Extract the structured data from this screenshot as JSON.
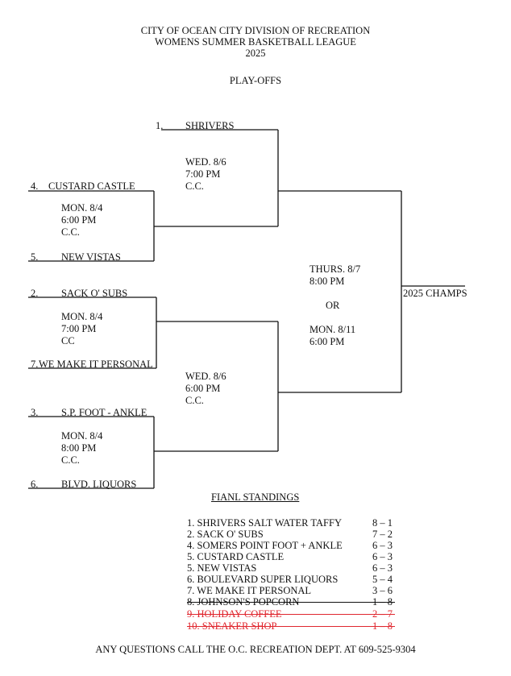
{
  "header": {
    "line1": "CITY OF OCEAN CITY DIVISION OF RECREATION",
    "line2": "WOMENS SUMMER BASKETBALL LEAGUE",
    "line3": "2025",
    "subtitle": "PLAY-OFFS"
  },
  "teams": {
    "t1": {
      "seed": "1.",
      "name": "SHRIVERS"
    },
    "t4": {
      "seed": "4.",
      "name": "CUSTARD CASTLE"
    },
    "t5": {
      "seed": "5.",
      "name": "NEW VISTAS"
    },
    "t2": {
      "seed": "2.",
      "name": "SACK O' SUBS"
    },
    "t7": {
      "seed": "7.",
      "name": "WE MAKE IT PERSONAL"
    },
    "t3": {
      "seed": "3.",
      "name": "S.P. FOOT - ANKLE"
    },
    "t6": {
      "seed": "6.",
      "name": "BLVD. LIQUORS"
    }
  },
  "games": {
    "g45": {
      "day": "MON. 8/4",
      "time": "6:00 PM",
      "place": "C.C."
    },
    "g27": {
      "day": "MON. 8/4",
      "time": "7:00 PM",
      "place": "CC"
    },
    "g36": {
      "day": "MON. 8/4",
      "time": "8:00 PM",
      "place": "C.C."
    },
    "semi_top": {
      "day": "WED. 8/6",
      "time": "7:00 PM",
      "place": "C.C."
    },
    "semi_bottom": {
      "day": "WED. 8/6",
      "time": "6:00 PM",
      "place": "C.C."
    },
    "final": {
      "day": "THURS. 8/7",
      "time": "8:00 PM",
      "or": "OR",
      "alt_day": "MON. 8/11",
      "alt_time": "6:00 PM"
    }
  },
  "champ_label": "2025 CHAMPS",
  "standings": {
    "title": "FIANL STANDINGS",
    "rows": [
      {
        "name": "1.  SHRIVERS SALT WATER TAFFY",
        "record": "8 – 1"
      },
      {
        "name": "2.  SACK O' SUBS",
        "record": "7 – 2"
      },
      {
        "name": "4.  SOMERS POINT FOOT + ANKLE",
        "record": "6 – 3"
      },
      {
        "name": "5.  CUSTARD CASTLE",
        "record": "6 – 3"
      },
      {
        "name": "5.  NEW VISTAS",
        "record": "6 – 3"
      },
      {
        "name": "6.  BOULEVARD SUPER LIQUORS",
        "record": "5 – 4"
      },
      {
        "name": "7.  WE MAKE IT PERSONAL",
        "record": "3 – 6"
      },
      {
        "name": "8.  JOHNSON'S POPCORN",
        "record": "1 – 8"
      },
      {
        "name": "9.  HOLIDAY COFFEE",
        "record": "2 – 7"
      },
      {
        "name": "10. SNEAKER SHOP",
        "record": "1 – 8"
      }
    ],
    "red_color": "#e0272f"
  },
  "footer": "ANY QUESTIONS CALL THE O.C. RECREATION DEPT. AT 609-525-9304"
}
